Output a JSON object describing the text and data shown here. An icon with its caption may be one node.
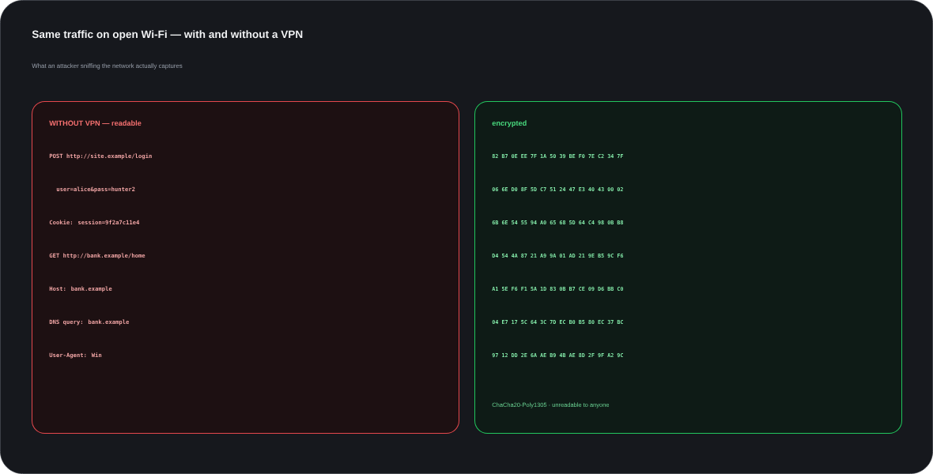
{
  "diagram": {
    "title": "Same traffic on open Wi-Fi — with and without a VPN",
    "caption": "What an attacker sniffing the network actually captures",
    "nodes": [
      {
        "text": [
          "WITHOUT VPN — readable",
          "POST http://site.example/login",
          "user=alice&pass=hunter2",
          "Cookie: session=9f2a7c11e4",
          "GET http://bank.example/home",
          "Host: bank.example",
          "DNS query: bank.example",
          "User-Agent: Win"
        ]
      },
      {
        "text": [
          "encrypted",
          "82 B7 0E EE 7F 1A 50 39 BE F0 7E C2 34 7F",
          "06 6E D0 8F 5D C7 51 24 47 E3 40 43 00 02",
          "6B 6E 54 55 94 A0 65 68 5D 64 C4 98 0B B8",
          "D4 54 4A 87 21 A9 9A 01 AD 21 9E B5 9C F6",
          "A1 5E F6 F1 5A 1D 83 0B B7 CE 09 D6 BB C0",
          "04 E7 17 5C 64 3C 7D EC B0 B5 80 EC 37 BC",
          "97 12 DD 2E 6A AE B9 4B AE 8D 2F 9F A2 9C",
          "ChaCha20-Poly1305 · unreadable to anyone"
        ]
      }
    ]
  }
}
